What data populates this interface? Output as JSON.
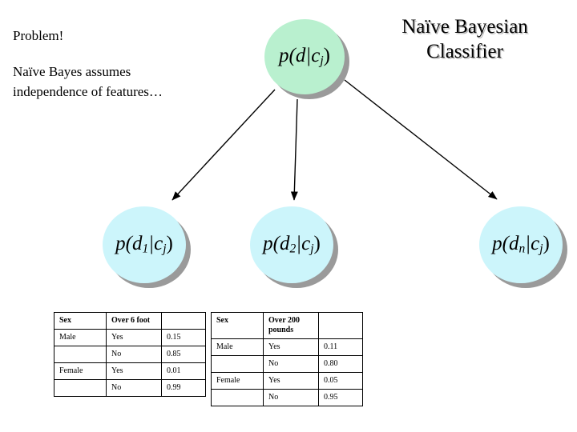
{
  "title": {
    "line1": "Naïve Bayesian",
    "line2": "Classifier"
  },
  "left_text": {
    "heading": "Problem!",
    "body": "Naïve Bayes assumes independence of features…"
  },
  "nodes": {
    "root": {
      "prefix": "p(d|c",
      "sub": "j",
      "suffix": ")"
    },
    "d1": {
      "p": "p(d",
      "sub1": "1",
      "mid": "|c",
      "sub2": "j",
      "suffix": ")"
    },
    "d2": {
      "p": "p(d",
      "sub1": "2",
      "mid": "|c",
      "sub2": "j",
      "suffix": ")"
    },
    "dn": {
      "p": "p(d",
      "sub1": "n",
      "mid": "|c",
      "sub2": "j",
      "suffix": ")"
    }
  },
  "tables": [
    {
      "name": "height-table",
      "headers": [
        "Sex",
        "Over 6 foot",
        ""
      ],
      "rows": [
        [
          "Male",
          "Yes",
          "0.15"
        ],
        [
          "",
          "No",
          "0.85"
        ],
        [
          "Female",
          "Yes",
          "0.01"
        ],
        [
          "",
          "No",
          "0.99"
        ]
      ]
    },
    {
      "name": "weight-table",
      "headers": [
        "Sex",
        "Over 200 pounds",
        ""
      ],
      "rows": [
        [
          "Male",
          "Yes",
          "0.11"
        ],
        [
          "",
          "No",
          "0.80"
        ],
        [
          "Female",
          "Yes",
          "0.05"
        ],
        [
          "",
          "No",
          "0.95"
        ]
      ]
    }
  ],
  "colors": {
    "root_fill": "#b9f0cf",
    "leaf_fill": "#ccf5fb",
    "shadow": "#9a9a9a",
    "arrow": "#000000"
  }
}
